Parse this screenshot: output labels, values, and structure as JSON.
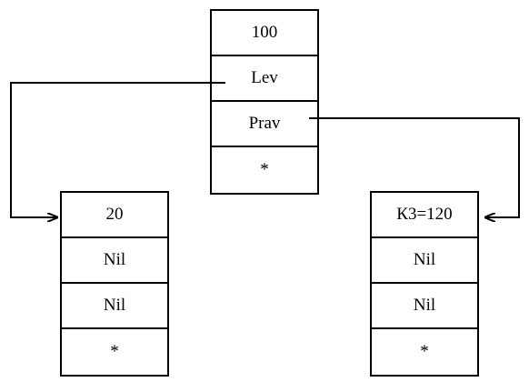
{
  "root": {
    "key": "100",
    "left": "Lev",
    "right": "Prav",
    "extra": "*"
  },
  "left_child": {
    "key": "20",
    "left": "Nil",
    "right": "Nil",
    "extra": "*"
  },
  "right_child": {
    "key": "К3=120",
    "left": "Nil",
    "right": "Nil",
    "extra": "*"
  }
}
